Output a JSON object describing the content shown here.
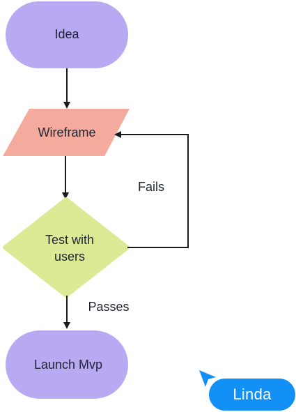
{
  "colors": {
    "terminal": "#b9a9f2",
    "process": "#f4aa9c",
    "decision": "#dcea96",
    "arrow": "#1a1a1a",
    "cursor": "#1290f6"
  },
  "nodes": {
    "idea": {
      "label": "Idea",
      "shape": "rounded-pill"
    },
    "wireframe": {
      "label": "Wireframe",
      "shape": "parallelogram"
    },
    "test": {
      "label_line1": "Test with",
      "label_line2": "users",
      "shape": "diamond"
    },
    "launch": {
      "label": "Launch Mvp",
      "shape": "rounded-pill"
    }
  },
  "edges": {
    "fails": "Fails",
    "passes": "Passes"
  },
  "cursor": {
    "name": "Linda",
    "icon": "pointer-arrow-icon"
  }
}
